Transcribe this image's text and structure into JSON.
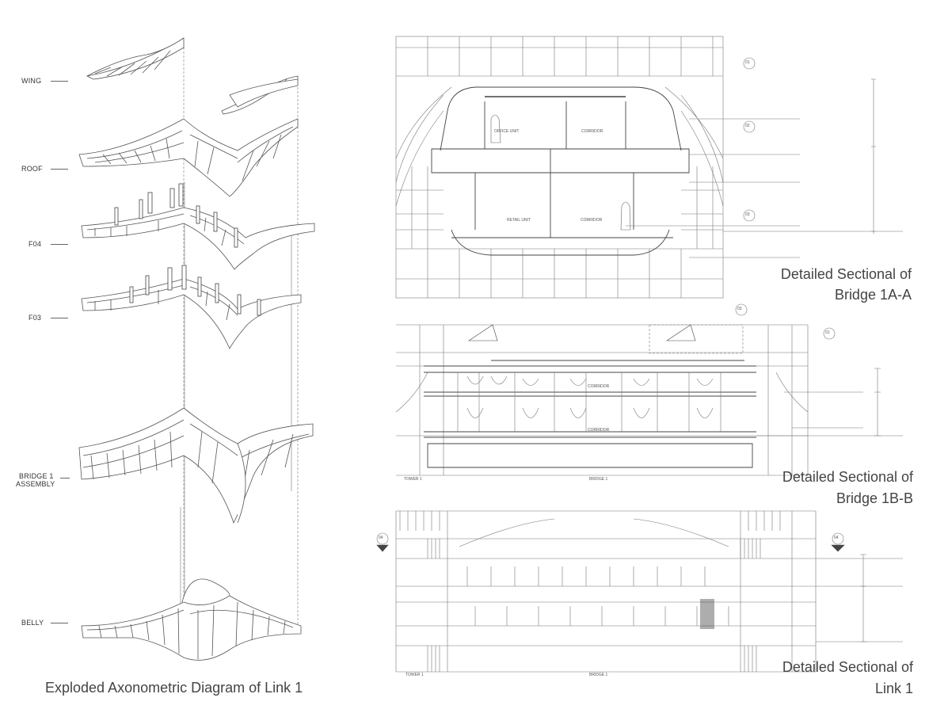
{
  "levels": {
    "wing": "WING",
    "roof": "ROOF",
    "f04": "F04",
    "f03": "F03",
    "bridge1_line1": "BRIDGE 1",
    "bridge1_line2": "ASSEMBLY",
    "belly": "BELLY"
  },
  "captions": {
    "axonometric": "Exploded Axonometric Diagram of Link 1",
    "section_a_line1": "Detailed Sectional of",
    "section_a_line2": "Bridge 1A-A",
    "section_b_line1": "Detailed Sectional of",
    "section_b_line2": "Bridge 1B-B",
    "section_link_line1": "Detailed Sectional of",
    "section_link_line2": "Link 1"
  },
  "drawing_labels": {
    "office_unit": "OFFICE UNIT",
    "corridor": "CORRIDOR",
    "retail_unit": "RETAIL UNIT",
    "tower1": "TOWER 1",
    "bridge1": "BRIDGE 1"
  },
  "section_markers": [
    "01",
    "02",
    "03",
    "04"
  ],
  "colors": {
    "line": "#555555",
    "light": "#9a9a9a",
    "text": "#444444"
  }
}
